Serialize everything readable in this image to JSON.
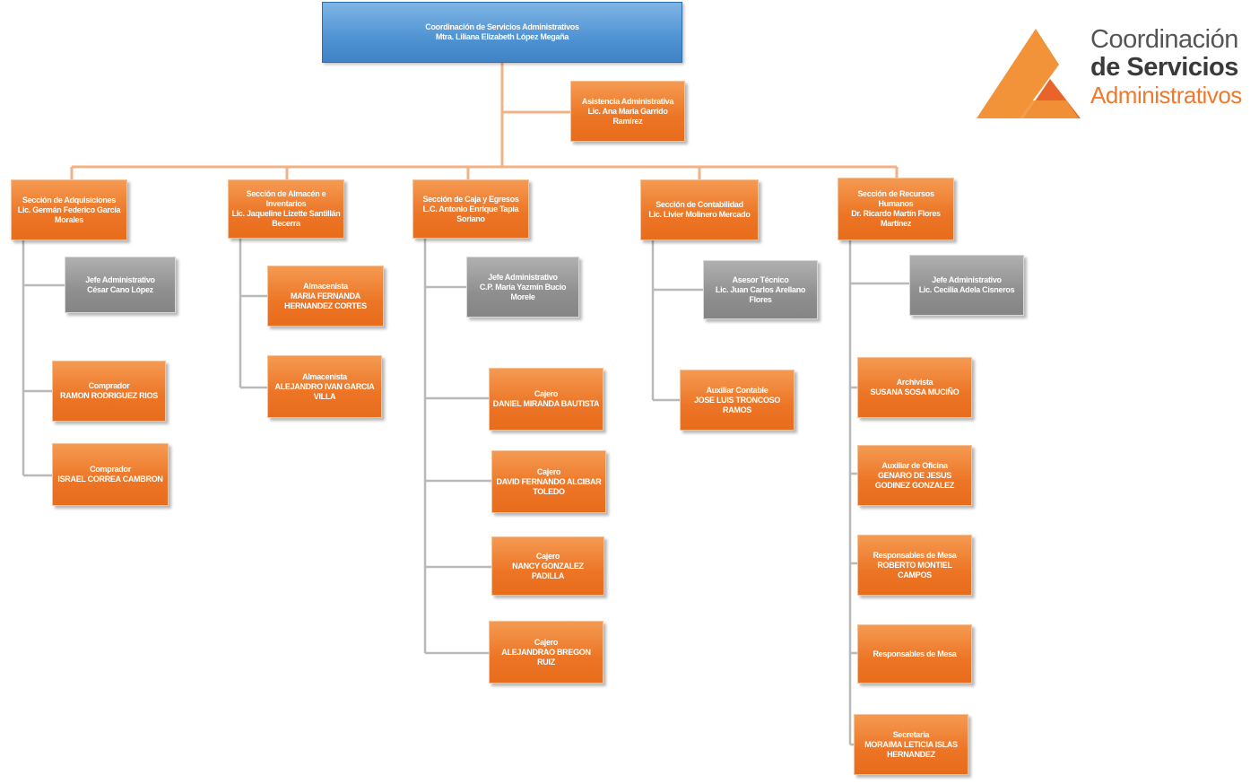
{
  "logo": {
    "line1": "Coordinación",
    "line2": "de Servicios",
    "line3": "Administrativos",
    "colors": {
      "orange": "#f29339",
      "dark_orange": "#e8642a",
      "gray_text": "#555555",
      "orange_text": "#ee7a2f"
    }
  },
  "colors": {
    "orange_box": "#ec7525",
    "gray_box": "#8f8f8f",
    "blue_box": "#4f93d3",
    "connector": "#f2b287"
  },
  "top": {
    "title": "Coordinación de Servicios Administrativos",
    "name": "Mtra. Liliana Elizabeth López Megaña"
  },
  "assistant": {
    "title": "Asistencia Administrativa",
    "name": "Lic. Ana María Garrido Ramírez"
  },
  "sections": [
    {
      "head": {
        "title": "Sección de Adquisiciones",
        "name": "Lic. Germán Federico García Morales"
      },
      "staff": [
        {
          "title": "Jefe Administrativo",
          "name": "César Cano López"
        },
        {
          "title": "Comprador",
          "name": "RAMON RODRIGUEZ RIOS"
        },
        {
          "title": "Comprador",
          "name": "ISRAEL CORREA CAMBRON"
        }
      ]
    },
    {
      "head": {
        "title": "Sección de Almacén e Inventarios",
        "name": "Lic. Jaqueline Lizette Santillán Becerra"
      },
      "staff": [
        {
          "title": "Almacenista",
          "name": "MARIA FERNANDA HERNANDEZ CORTES"
        },
        {
          "title": "Almacenista",
          "name": "ALEJANDRO IVAN GARCIA VILLA"
        }
      ]
    },
    {
      "head": {
        "title": "Sección de Caja y Egresos",
        "name": "L.C. Antonio Enrique Tapia Soriano"
      },
      "staff": [
        {
          "title": "Jefe Administrativo",
          "name": "C.P. María Yazmín Bucio Morele"
        },
        {
          "title": "Cajero",
          "name": "DANIEL MIRANDA BAUTISTA"
        },
        {
          "title": "Cajero",
          "name": "DAVID FERNANDO ALCIBAR TOLEDO"
        },
        {
          "title": "Cajero",
          "name": "NANCY GONZALEZ PADILLA"
        },
        {
          "title": "Cajero",
          "name": "ALEJANDRAO BREGON RUIZ"
        }
      ]
    },
    {
      "head": {
        "title": "Sección de Contabilidad",
        "name": "Lic. Livier Molinero Mercado"
      },
      "staff": [
        {
          "title": "Asesor Técnico",
          "name": "Lic. Juan Carlos Arellano Flores"
        },
        {
          "title": "Auxiliar Contable",
          "name": "JOSE LUIS TRONCOSO RAMOS"
        }
      ]
    },
    {
      "head": {
        "title": "Sección de Recursos Humanos",
        "name": "Dr. Ricardo Martín Flores Martínez"
      },
      "staff": [
        {
          "title": "Jefe Administrativo",
          "name": "Lic. Cecilia Adela Cisneros"
        },
        {
          "title": "Archivista",
          "name": "SUSANA SOSA MUCIÑO"
        },
        {
          "title": "Auxiliar de Oficina",
          "name": "GENARO DE JESUS GODINEZ GONZALEZ"
        },
        {
          "title": "Responsables de Mesa",
          "name": "ROBERTO MONTIEL CAMPOS"
        },
        {
          "title": "Responsables de Mesa",
          "name": ""
        },
        {
          "title": "Secretaria",
          "name": "MORAIMA LETICIA ISLAS HERNANDEZ"
        }
      ]
    }
  ]
}
